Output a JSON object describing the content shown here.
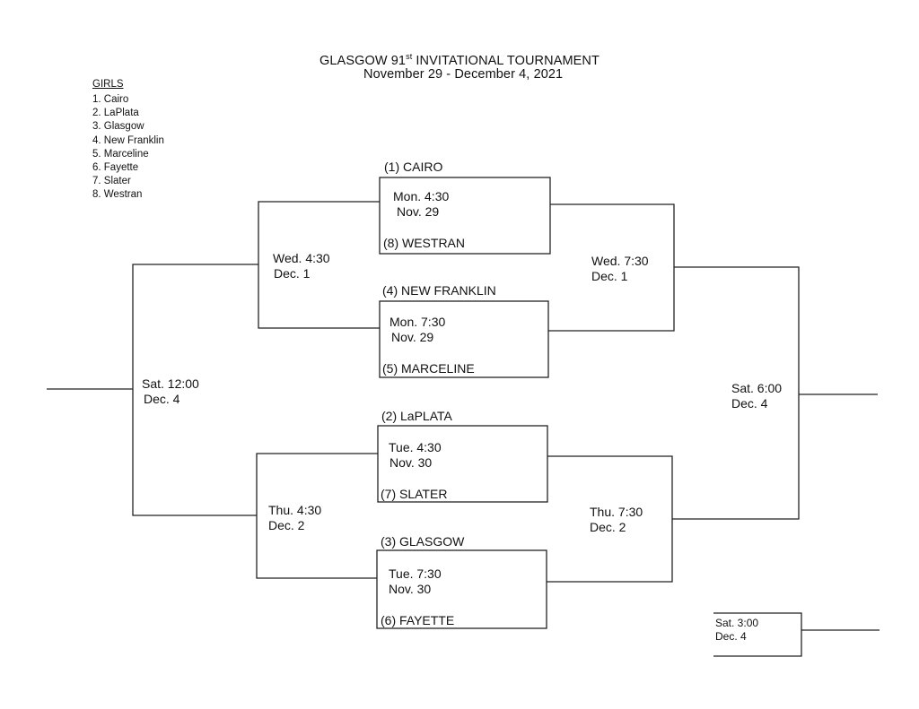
{
  "header": {
    "title_prefix": "GLASGOW 91",
    "title_sup": "st",
    "title_suffix": " INVITATIONAL TOURNAMENT",
    "dates": "November 29 - December 4, 2021"
  },
  "seeds": {
    "heading": "GIRLS",
    "items": [
      "1.  Cairo",
      "2.  LaPlata",
      "3.  Glasgow",
      "4.  New Franklin",
      "5.  Marceline",
      "6.  Fayette",
      "7.  Slater",
      "8.  Westran"
    ]
  },
  "teams": {
    "cairo": "(1)  CAIRO",
    "westran": "(8)  WESTRAN",
    "new_franklin": "(4)  NEW FRANKLIN",
    "marceline": "(5)  MARCELINE",
    "laplata": "(2)  LaPLATA",
    "slater": "(7)  SLATER",
    "glasgow": "(3)  GLASGOW",
    "fayette": "(6)  FAYETTE"
  },
  "games": {
    "g1": {
      "day": "Mon. 4:30",
      "date": "Nov. 29"
    },
    "g2": {
      "day": "Mon. 7:30",
      "date": "Nov. 29"
    },
    "g3": {
      "day": "Tue. 4:30",
      "date": "Nov. 30"
    },
    "g4": {
      "day": "Tue. 7:30",
      "date": "Nov. 30"
    },
    "cons_semi_top": {
      "day": "Wed. 4:30",
      "date": "Dec. 1"
    },
    "cons_semi_bottom": {
      "day": "Thu. 4:30",
      "date": "Dec. 2"
    },
    "cons_final": {
      "day": "Sat. 12:00",
      "date": "Dec. 4"
    },
    "semi_top": {
      "day": "Wed. 7:30",
      "date": "Dec. 1"
    },
    "semi_bottom": {
      "day": "Thu. 7:30",
      "date": "Dec. 2"
    },
    "final": {
      "day": "Sat. 6:00",
      "date": "Dec. 4"
    },
    "third_place": {
      "day": "Sat. 3:00",
      "date": "Dec. 4"
    }
  }
}
